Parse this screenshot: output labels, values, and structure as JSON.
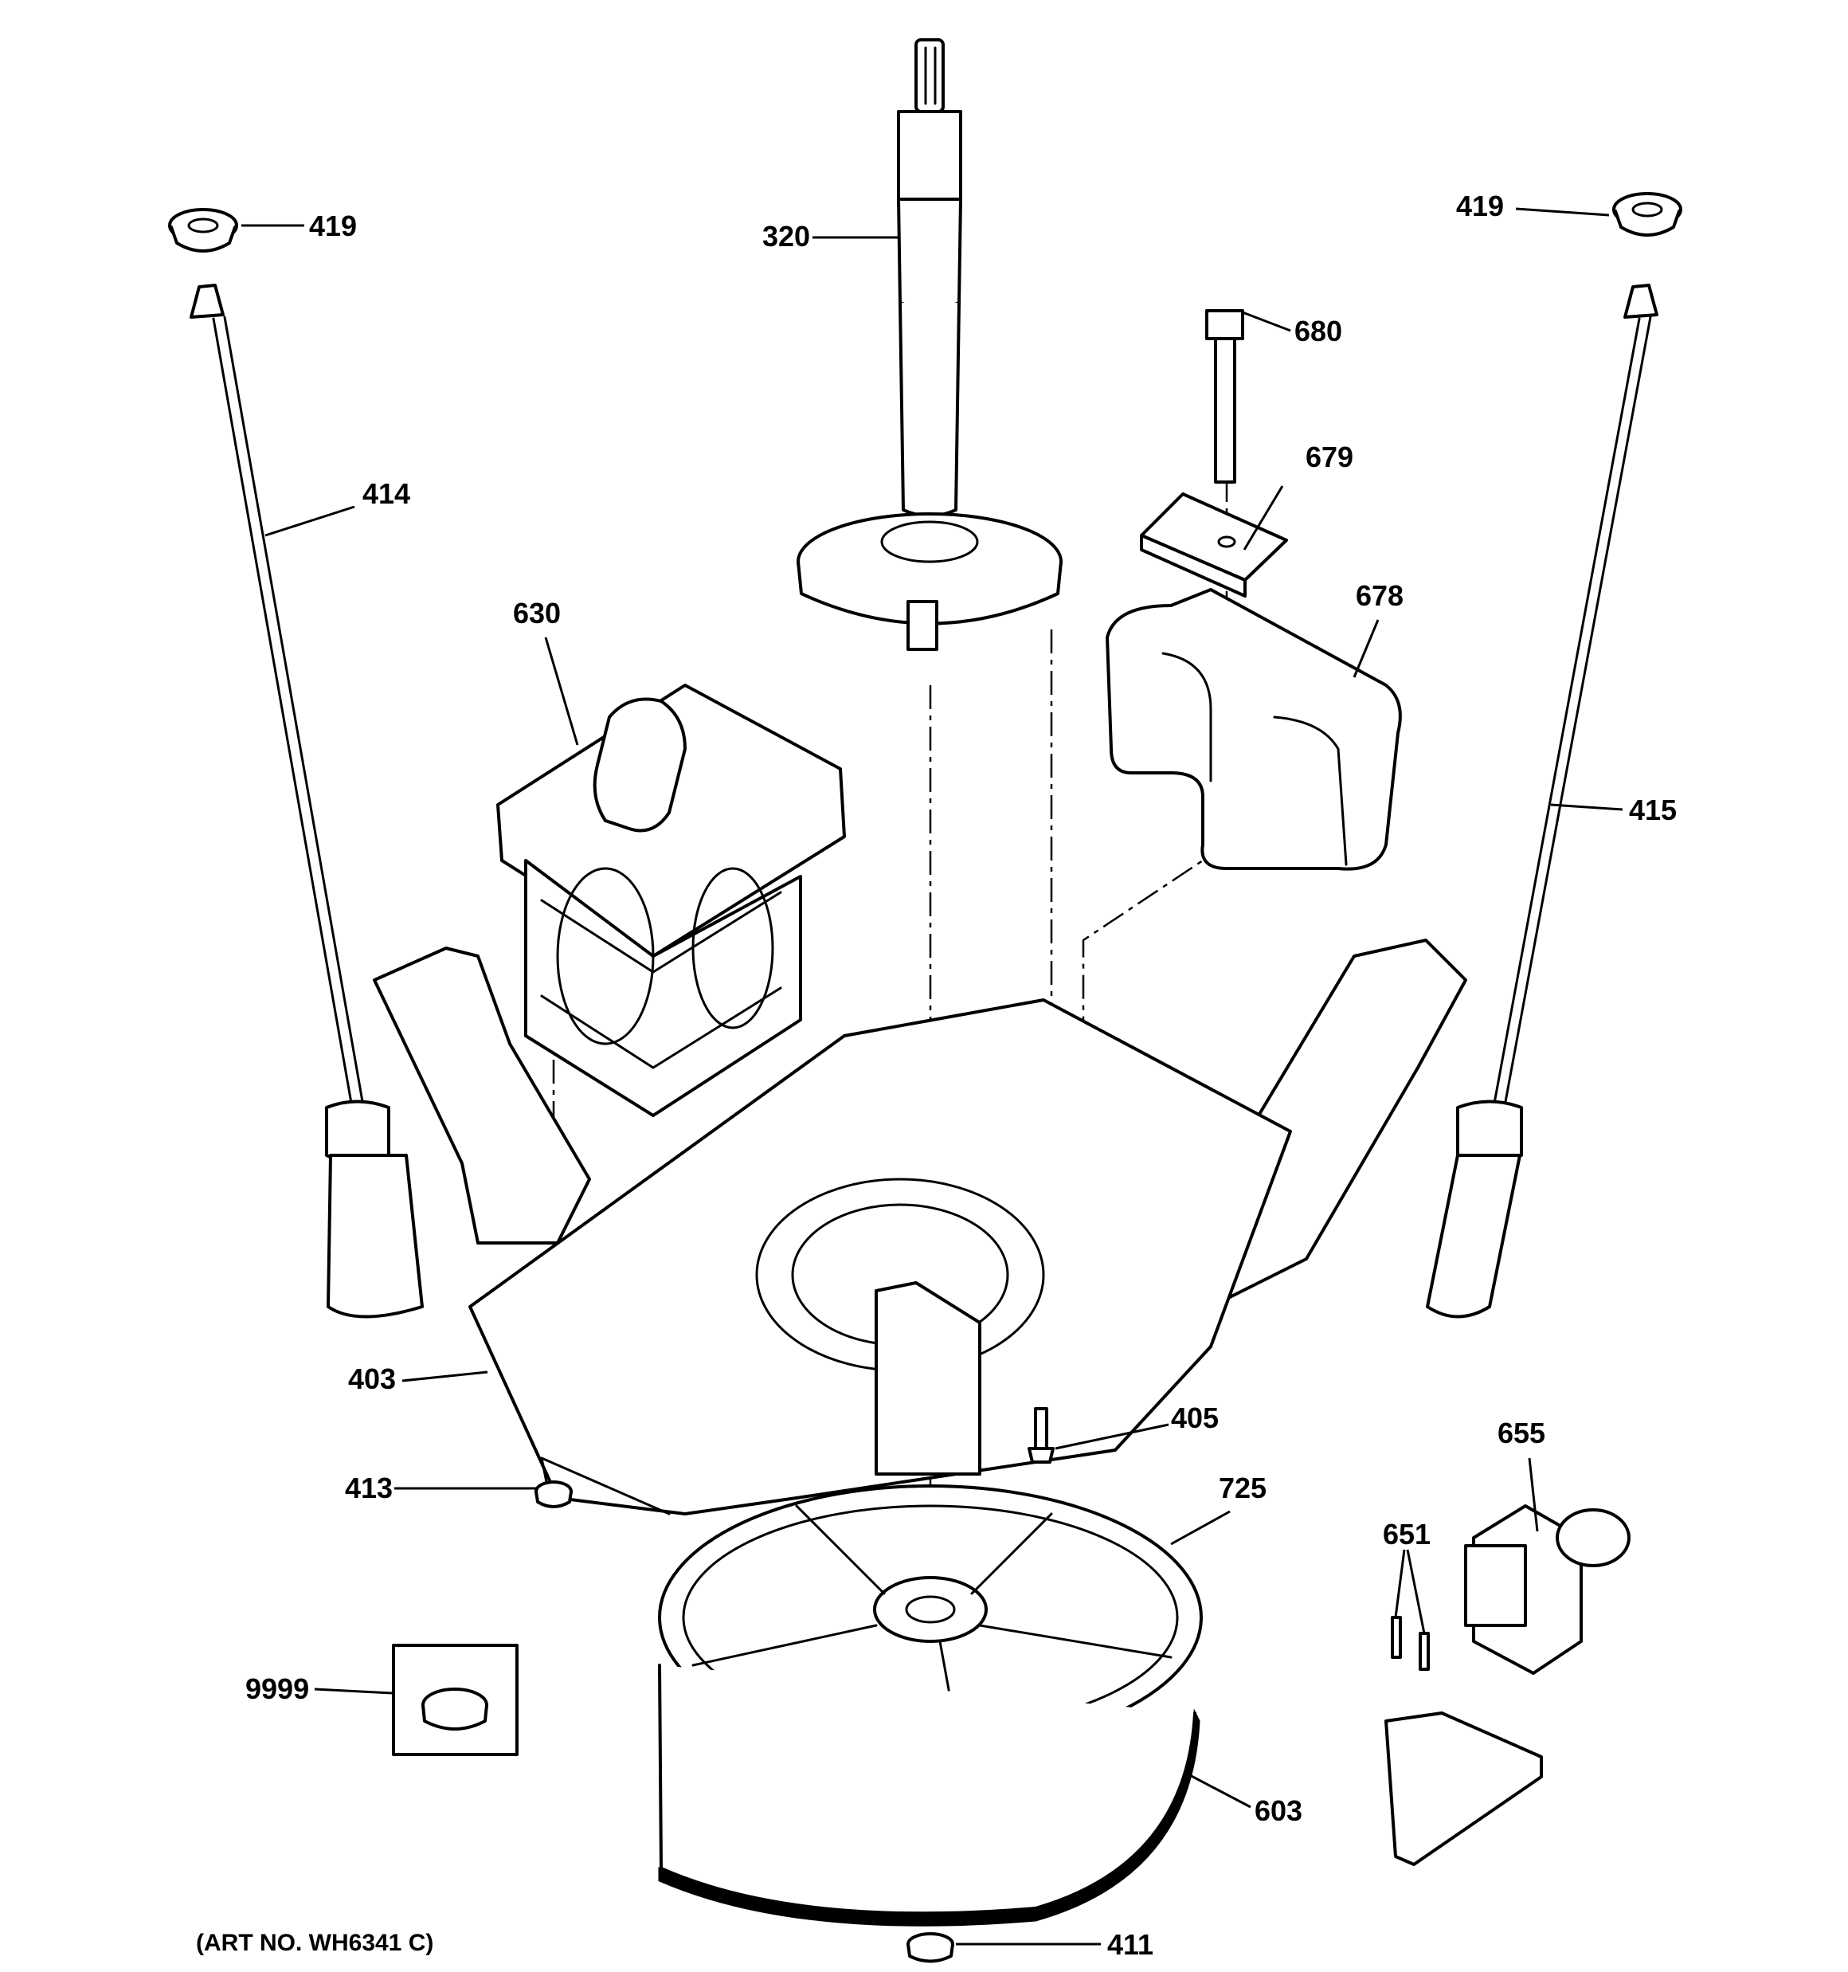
{
  "diagram": {
    "art_number": "(ART NO. WH6341 C)",
    "callouts": {
      "c419_left": "419",
      "c419_right": "419",
      "c320": "320",
      "c680": "680",
      "c679": "679",
      "c678": "678",
      "c414": "414",
      "c415": "415",
      "c630": "630",
      "c403": "403",
      "c405": "405",
      "c413": "413",
      "c655": "655",
      "c725": "725",
      "c651": "651",
      "c9999": "9999",
      "c603": "603",
      "c411": "411"
    }
  }
}
